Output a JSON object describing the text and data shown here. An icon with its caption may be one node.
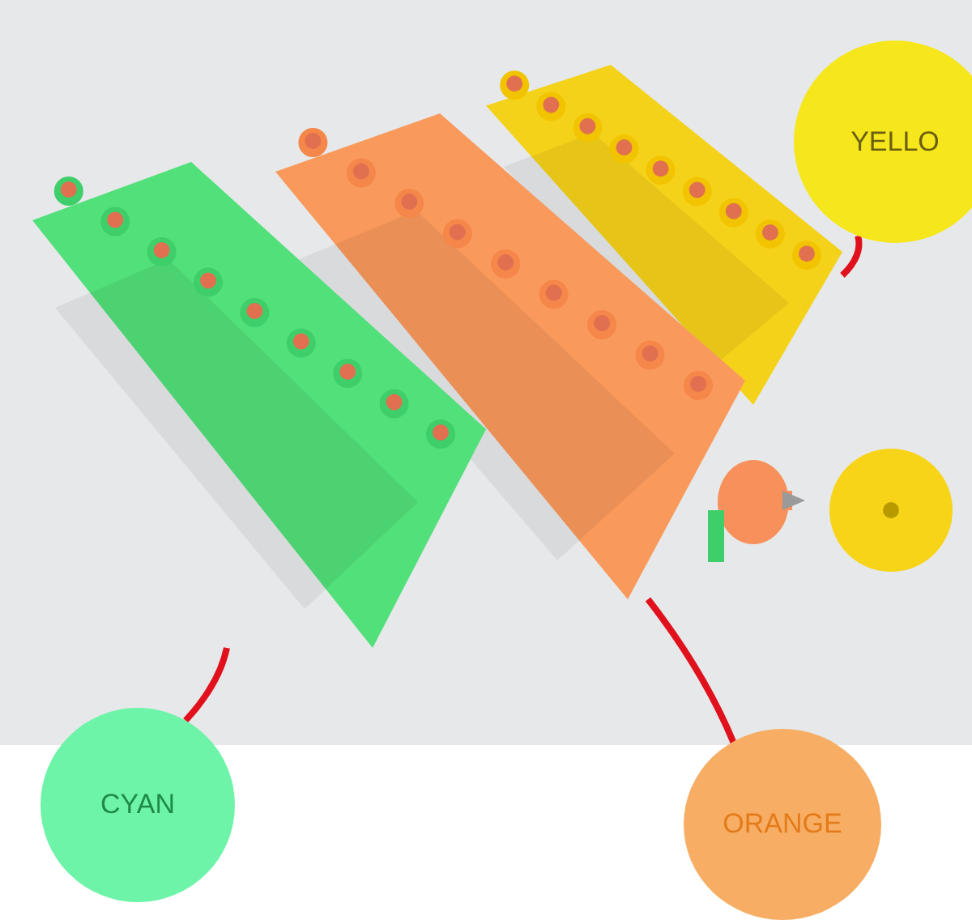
{
  "diagram": {
    "nodes": [
      {
        "text": [
          "YELLO"
        ]
      },
      {
        "text": [
          "CYAN"
        ]
      },
      {
        "text": [
          "ORANGE"
        ]
      },
      {
        "text": [],
        "shape": "picture"
      },
      {
        "text": [],
        "shape": "picture"
      },
      {
        "text": [],
        "shape": "picture"
      }
    ],
    "edges": [
      {
        "from": 0,
        "to": 3,
        "arrow": "none"
      },
      {
        "from": 1,
        "to": 4,
        "arrow": "none"
      },
      {
        "from": 2,
        "to": 5,
        "arrow": "none"
      }
    ]
  }
}
